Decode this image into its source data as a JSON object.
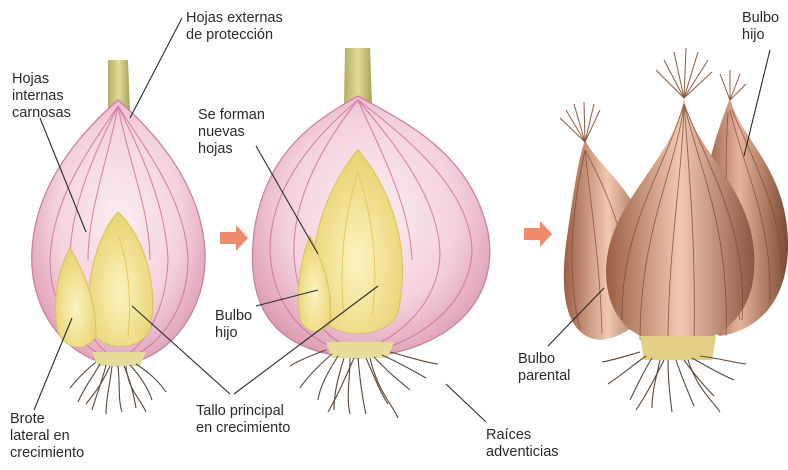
{
  "labels": {
    "outer_leaves_1": "Hojas externas",
    "outer_leaves_2": "de protección",
    "inner_leaves_1": "Hojas",
    "inner_leaves_2": "internas",
    "inner_leaves_3": "carnosas",
    "new_leaves_1": "Se forman",
    "new_leaves_2": "nuevas",
    "new_leaves_3": "hojas",
    "daughter_bulb_mid_1": "Bulbo",
    "daughter_bulb_mid_2": "hijo",
    "daughter_bulb_right_1": "Bulbo",
    "daughter_bulb_right_2": "hijo",
    "lateral_bud_1": "Brote",
    "lateral_bud_2": "lateral en",
    "lateral_bud_3": "crecimiento",
    "main_stem_1": "Tallo principal",
    "main_stem_2": "en crecimiento",
    "parent_bulb_1": "Bulbo",
    "parent_bulb_2": "parental",
    "roots_1": "Raíces",
    "roots_2": "adventicias"
  },
  "colors": {
    "onion_skin": "#f1c8d6",
    "onion_veins": "#c9648c",
    "core_yellow": "#f3e691",
    "neck_green": "#c8c07a",
    "root_brown": "#5a4636",
    "arrow": "#f08a6c",
    "mature_bulb": "#c88e6e"
  },
  "icons": [
    "right-arrow-icon",
    "right-arrow-icon"
  ]
}
